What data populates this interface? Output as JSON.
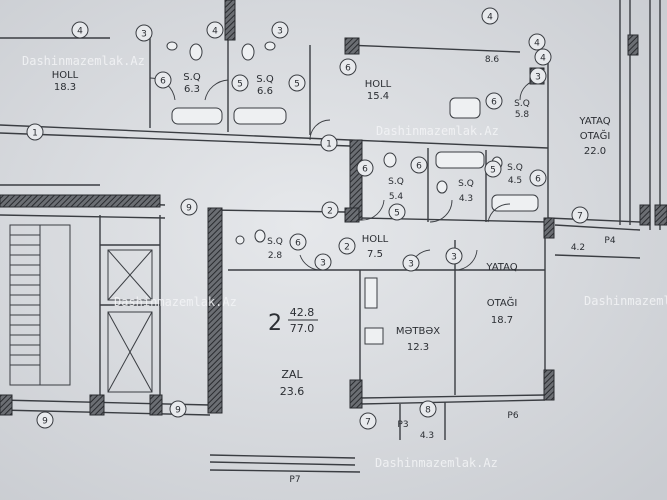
{
  "watermarks": [
    "Dashinmazemlak.Az",
    "Dashinmazemlak.Az",
    "Dashinmazemlak.Az",
    "Dashinmazemlak.Az",
    "Dashinmazemlak.Az"
  ],
  "apartment": {
    "number": "2",
    "living_area": "42.8",
    "total_area": "77.0"
  },
  "rooms": {
    "holl_tl_name": "HOLL",
    "holl_tl_area": "18.3",
    "sq_a_name": "S.Q",
    "sq_a_area": "6.3",
    "sq_b_name": "S.Q",
    "sq_b_area": "6.6",
    "holl_top_name": "HOLL",
    "holl_top_area": "15.4",
    "area_8_6": "8.6",
    "sq_c_name": "S.Q",
    "sq_c_area": "5.8",
    "yataq_tr_name1": "YATAQ",
    "yataq_tr_name2": "OTAĞI",
    "yataq_tr_area": "22.0",
    "sq_d_name": "S.Q",
    "sq_d_area": "5.4",
    "sq_e_name": "S.Q",
    "sq_e_area": "4.3",
    "sq_f_name": "S.Q",
    "sq_f_area": "4.5",
    "sq_g_name": "S.Q",
    "sq_g_area": "2.8",
    "holl_mid_name": "HOLL",
    "holl_mid_area": "7.5",
    "yataq_r_name1": "YATAQ",
    "yataq_r_name2": "OTAĞI",
    "yataq_r_area": "18.7",
    "metbex_name": "MƏTBƏX",
    "metbex_area": "12.3",
    "zal_name": "ZAL",
    "zal_area": "23.6",
    "balcony_4_2": "4.2",
    "balcony_4_3": "4.3"
  },
  "marks": {
    "p4": "P4",
    "p3": "P3",
    "p6": "P6",
    "p7": "P7",
    "c4a": "4",
    "c3a": "3",
    "c4b": "4",
    "c3b": "3",
    "c4c": "4",
    "c4d": "4",
    "c4e": "4",
    "c6a": "6",
    "c5a": "5",
    "c6b": "6",
    "c5b": "5",
    "c3c": "3",
    "c1a": "1",
    "c1b": "1",
    "c6c": "6",
    "c6d": "6",
    "c6e": "6",
    "c6f": "6",
    "c5c": "5",
    "c5d": "5",
    "c9a": "9",
    "c2a": "2",
    "c2b": "2",
    "c6g": "6",
    "c3d": "3",
    "c3e": "3",
    "c3f": "3",
    "c7a": "7",
    "c9b": "9",
    "c9c": "9",
    "c7b": "7",
    "c8a": "8"
  }
}
